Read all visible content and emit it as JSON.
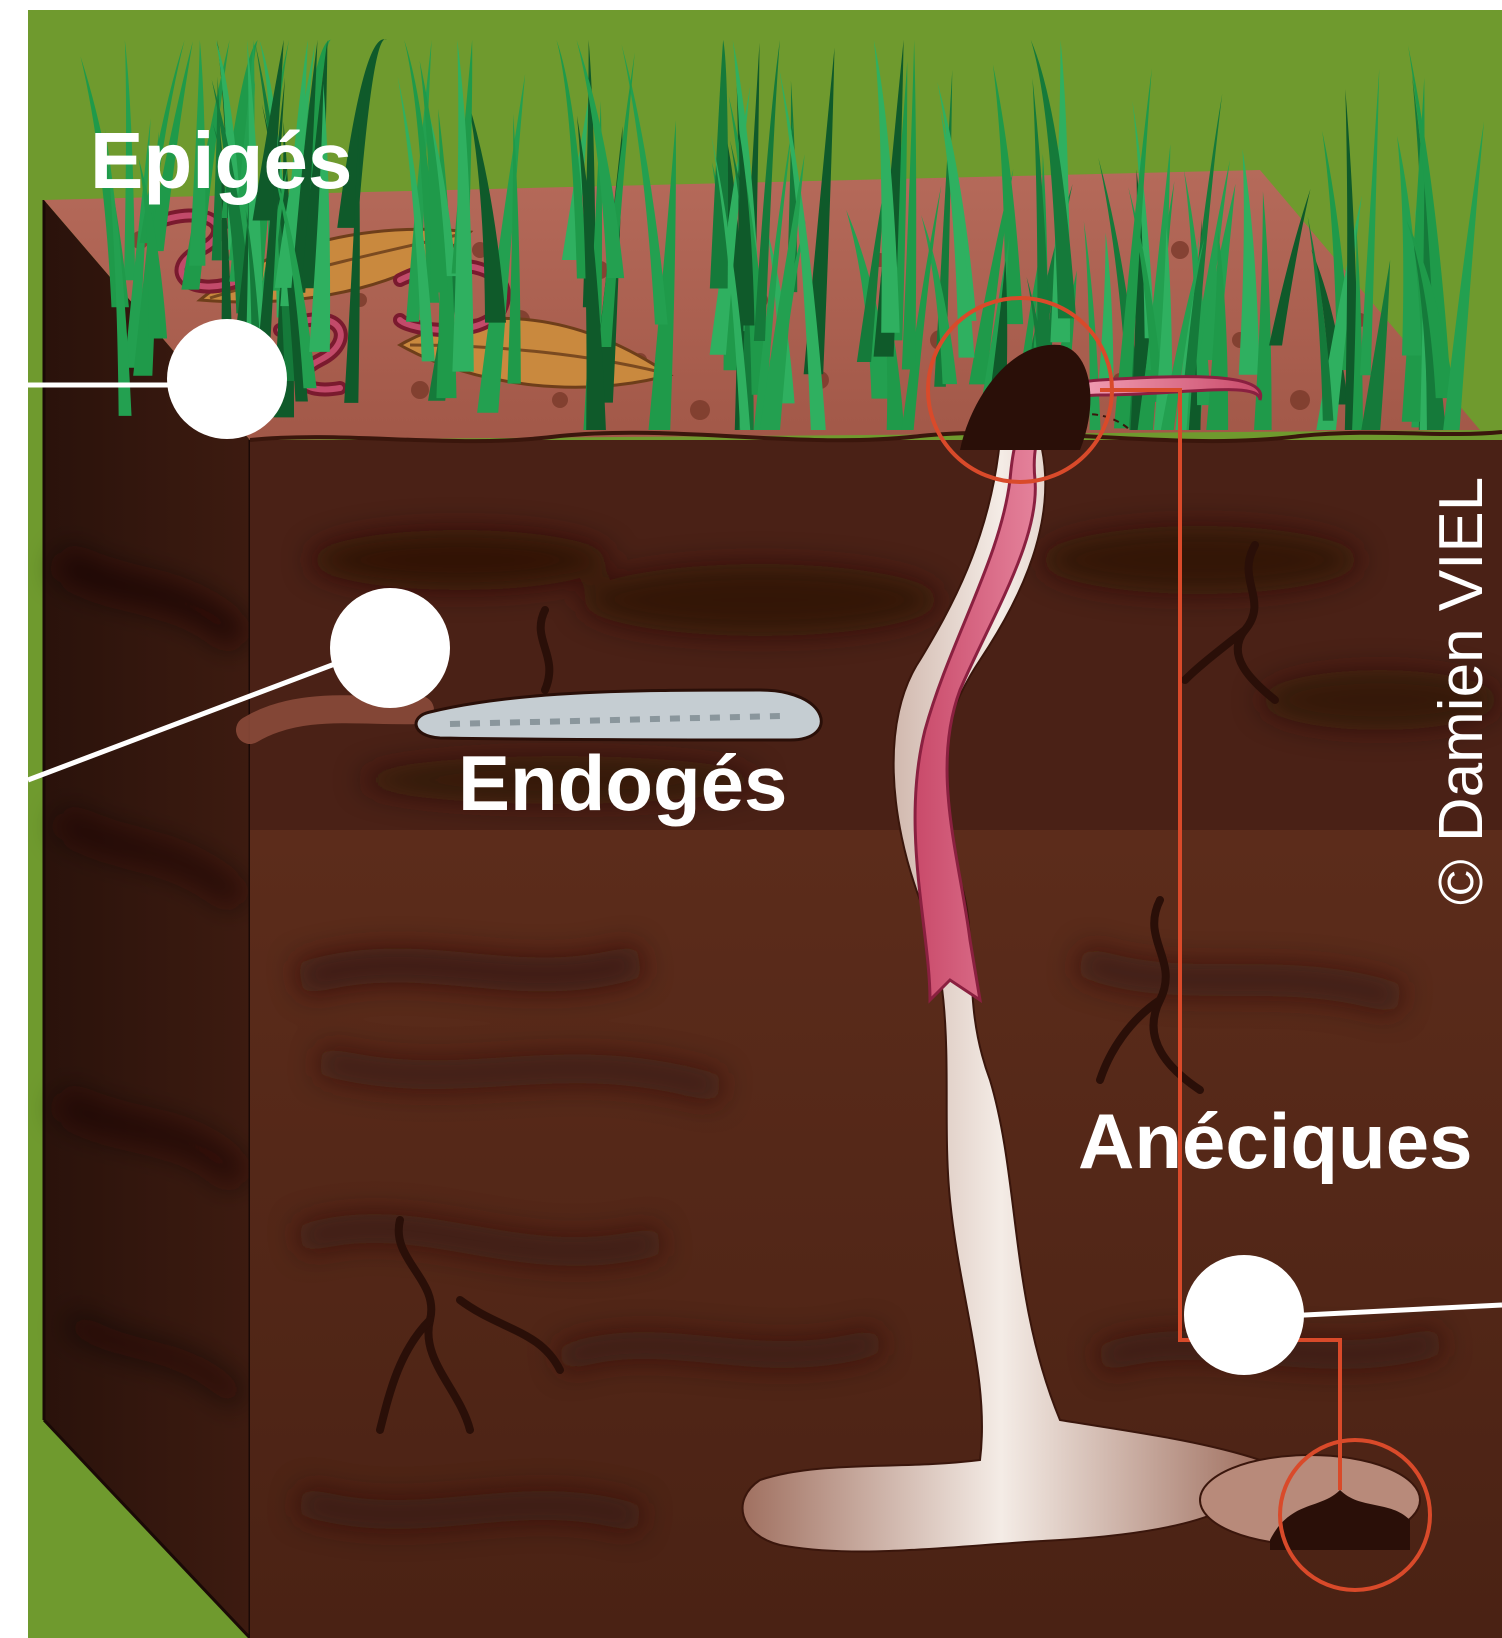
{
  "labels": {
    "epiges": "Epigés",
    "endoges": "Endogés",
    "aneciques": "Anéciques"
  },
  "credit": "© Damien VIEL",
  "colors": {
    "background_green": "#6f9a2e",
    "topsoil": "#c8786a",
    "soil_dark": "#4a2116",
    "soil_mid": "#5a2a1a",
    "grass": "#1f9a4a",
    "worm_pink": "#e87a95",
    "worm_dark": "#7a1a2e",
    "burrow": "#f0e4dc",
    "marker_line": "#d94a2a",
    "endoge_worm": "#b9c3c8"
  }
}
